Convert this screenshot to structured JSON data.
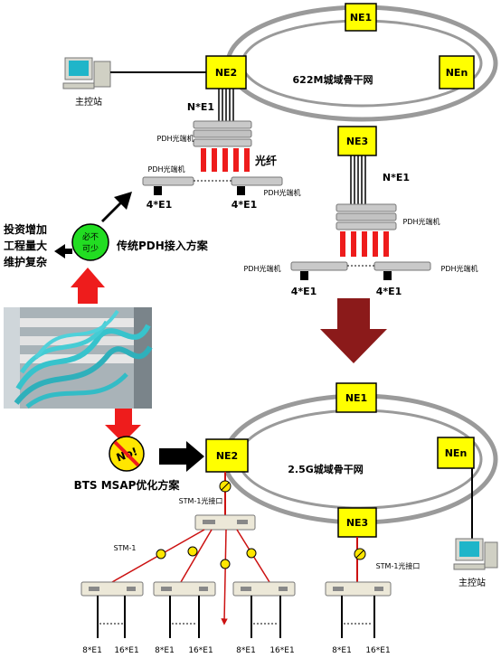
{
  "top_network": {
    "ring_label": "622M城域骨干网",
    "nodes": [
      "NE1",
      "NE2",
      "NEn",
      "NE3"
    ],
    "station_label": "主控站",
    "ne2_link_label": "N*E1",
    "ne2_stack_label": "PDH光端机",
    "fiber_label": "光纤",
    "ne2_left_terminal_label": "PDH光端机",
    "ne2_right_terminal_label": "PDH光端机",
    "ne2_out_left": "4*E1",
    "ne2_out_right": "4*E1",
    "ne3_link_label": "N*E1",
    "ne3_stack_label": "PDH光端机",
    "ne3_left_terminal_label": "PDH光端机",
    "ne3_right_terminal_label": "PDH光端机",
    "ne3_out_left": "4*E1",
    "ne3_out_right": "4*E1"
  },
  "left_panel": {
    "problem_lines": [
      "投资增加",
      "工程量大",
      "维护复杂"
    ],
    "necessary_lines": [
      "必不",
      "可少"
    ],
    "pdh_scheme_label": "传统PDH接入方案",
    "no_sign_text": "No!",
    "msap_scheme_label": "BTS MSAP优化方案"
  },
  "bottom_network": {
    "ring_label": "2.5G城域骨干网",
    "nodes": [
      "NE1",
      "NE2",
      "NEn",
      "NE3"
    ],
    "station_label": "主控站",
    "ne2_interface_label": "STM-1光接口",
    "ne3_interface_label": "STM-1光接口",
    "branch_label": "STM-1",
    "msap_outputs": [
      {
        "left": "8*E1",
        "right": "16*E1"
      },
      {
        "left": "8*E1",
        "right": "16*E1"
      },
      {
        "left": "8*E1",
        "right": "16*E1"
      },
      {
        "left": "8*E1",
        "right": "16*E1"
      }
    ]
  },
  "colors": {
    "node_fill": "#ffff00",
    "ring": "#9a9a9a",
    "arrow_red": "#ee1c1c",
    "down_arrow": "#8b1a1a",
    "link_red": "#cc1111",
    "green_circle": "#22dd22"
  }
}
